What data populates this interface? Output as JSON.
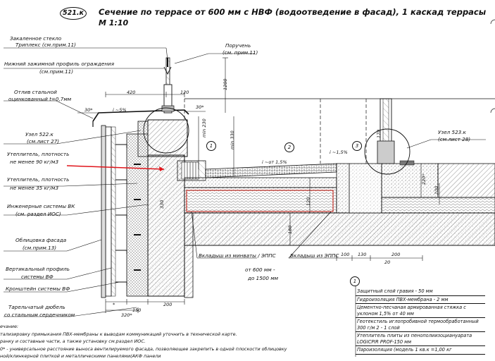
{
  "header": {
    "code": "521.к",
    "title": "Сечение по террасе от 600 мм с НВФ (водоотведение в фасад), 1 каскад террасы",
    "scale": "М 1:10"
  },
  "callouts": {
    "glass": [
      "Закаленное стекло",
      "Триплекс  (см.прим.11)"
    ],
    "clamp": [
      "Нижний зажимной профиль ограждения",
      "(см.прим.11)"
    ],
    "handrail": [
      "Поручень",
      "(см. прим.11)"
    ],
    "flashing": [
      "Отлив стальной",
      "оцинкованный t=0,7мм"
    ],
    "node522": [
      "Узел 522.к",
      "(см.лист 27)"
    ],
    "insul90": [
      "Утеплитель, плотность",
      "не менее 90 кг/м3"
    ],
    "insul35": [
      "Утеплитель, плотность",
      "не менее 35 кг/м3"
    ],
    "engineering": [
      "Инженерные системы ВК",
      "(см. раздел ИОС)"
    ],
    "cladding": [
      "Облицовка фасада",
      "(см.прим.13)"
    ],
    "vprofile": [
      "Вертикальный профиль",
      "системы ВФ"
    ],
    "bracket": "Кронштейн системы ВФ",
    "dowel": [
      "Тарельчатый дюбель",
      "со стальным сердечником"
    ],
    "node523": [
      "Узел 523.к",
      "(см.лист 28)"
    ],
    "inserts_mw": "Вкладыш из минваты / ЭППС",
    "inserts_epps": "Вкладыш из ЭППС",
    "span": [
      "от 600 мм -",
      "до 1500 мм"
    ]
  },
  "dims": {
    "d420": "420",
    "d120": "120",
    "d30a": "30*",
    "d30b": "30*",
    "slope5": "i ~5%",
    "slope15a": "i ~1,5%",
    "slope15b": "i ~от 1,5%",
    "h1200": "1200",
    "h230": "min 230",
    "h330": "min 330",
    "h220": "220*",
    "h100": "100",
    "h180": "180",
    "h330b": "330",
    "h120": "120",
    "h170": "170",
    "b100": "100",
    "b130": "130",
    "b200": "200",
    "b20": "20",
    "s150": "150",
    "s200": "200",
    "s320": "320*",
    "star": "*"
  },
  "markers": [
    "1",
    "2",
    "3",
    "1"
  ],
  "legend": {
    "items": [
      "Защитный слой гравия - 50 мм",
      "Гидроизоляция ПВХ-мембрана - 2 мм",
      "Цементно-песчаная армированная стяжка с уклоном 1,5% от 40 мм",
      "Геотекстиль иглопробивной термообработанный 300 г/м 2 - 1 слой",
      "Утеплитель плиты из пенополиизоциануарата LOGICPIR PROF-150 мм",
      "Пароизоляция  (модель 1 кв.к =1,00 кг"
    ]
  },
  "notes": [
    "ечание:",
    "тализировку примыкания ПВХ-мембраны к выводам коммуникаций уточнить в технической карте.",
    "ранку и составные части, а также установку см.раздел ИОС.",
    "0* - универсальное расстояние выноса вентилируемого фасада, позволяющее закрепить в одной плоскости облицовку",
    "ной/клинкерной плиткой  и металлическими панелями(АКФ панели"
  ],
  "colors": {
    "ink": "#111111",
    "arrow": "#e0151b",
    "pad": "#c4342c",
    "hatch": "#555555"
  }
}
